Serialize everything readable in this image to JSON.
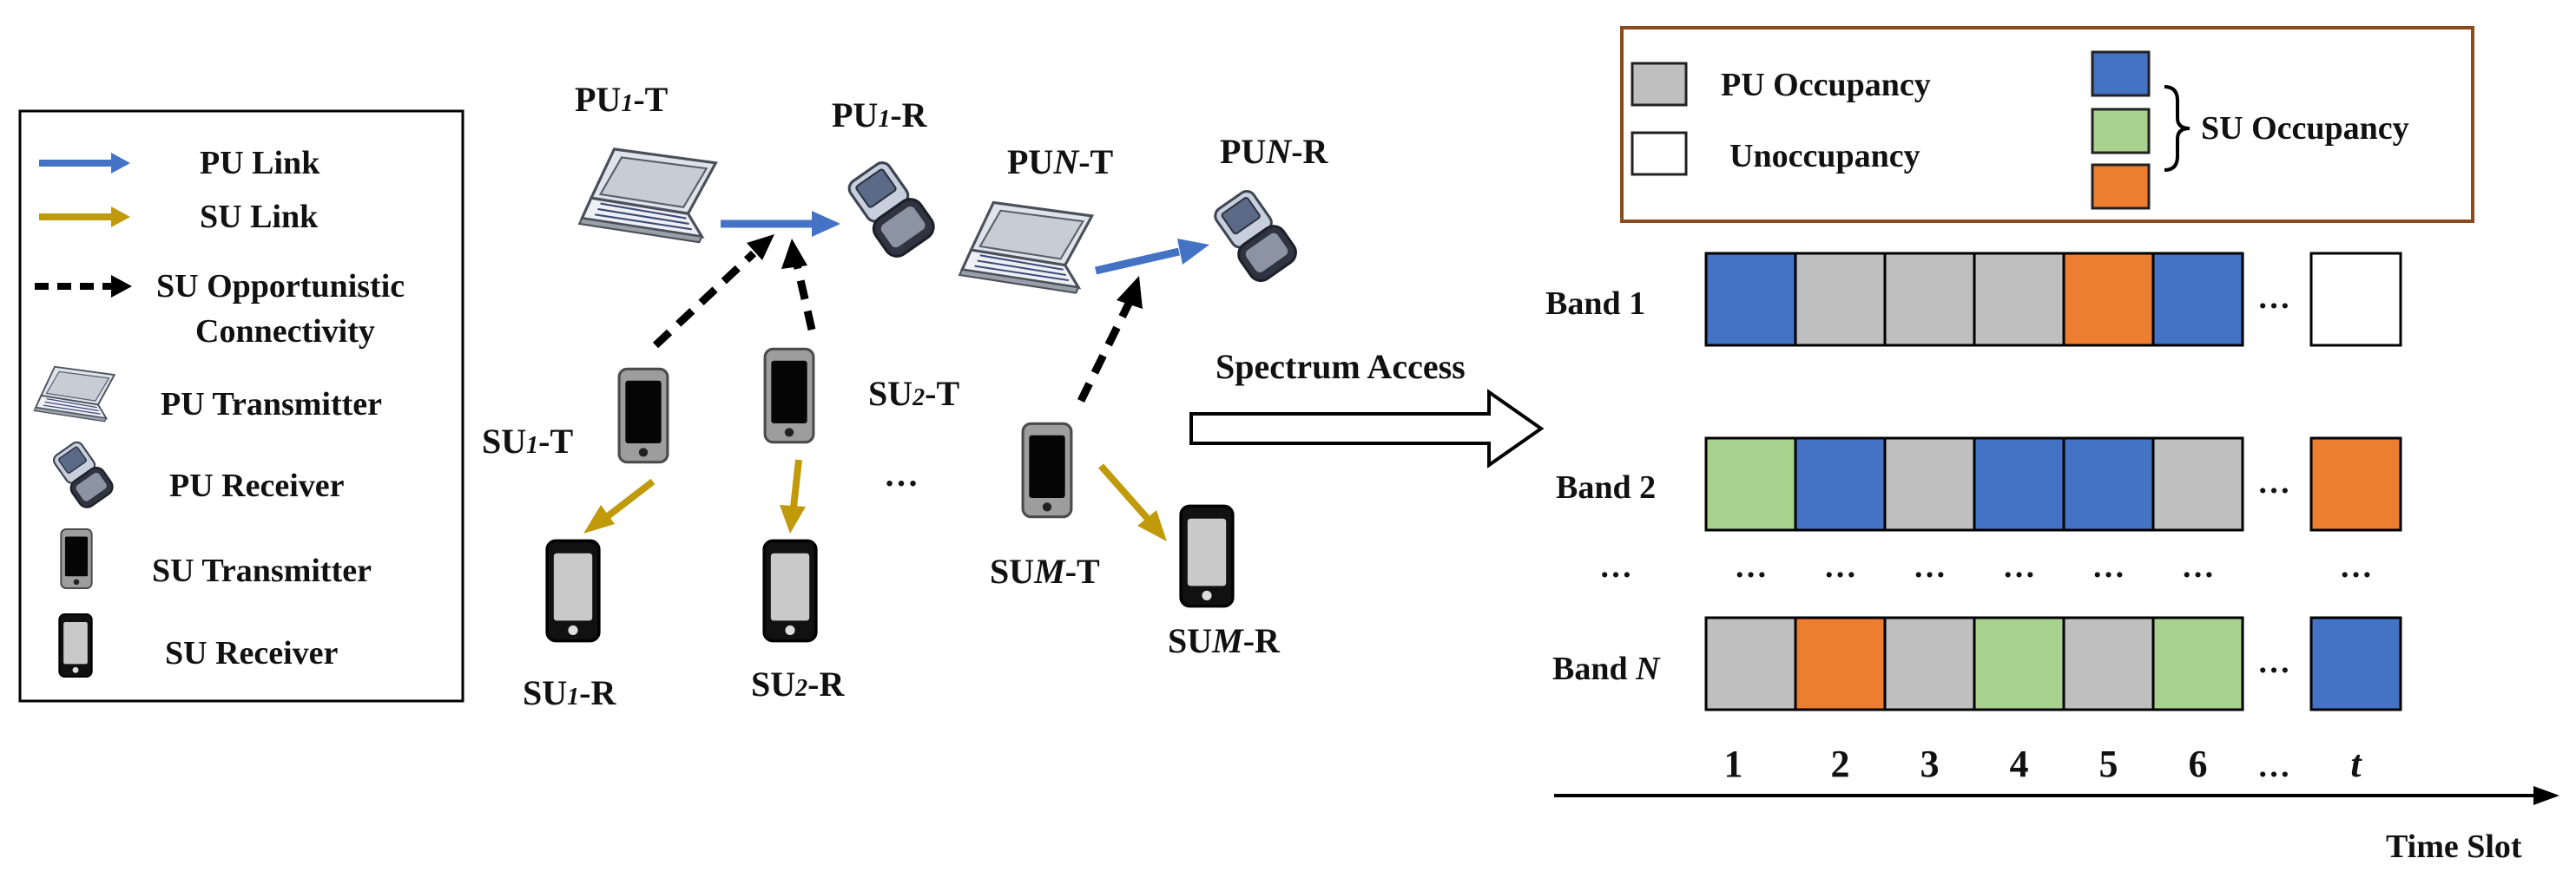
{
  "legend": {
    "pu_link": "PU Link",
    "su_link": "SU Link",
    "su_opp_line1": "SU Opportunistic",
    "su_opp_line2": "Connectivity",
    "pu_tx": "PU Transmitter",
    "pu_rx": "PU Receiver",
    "su_tx": "SU Transmitter",
    "su_rx": "SU Receiver"
  },
  "network": {
    "pu1t_a": "PU",
    "pu1t_b": "1",
    "pu1t_c": "-T",
    "pu1r_a": "PU",
    "pu1r_b": "1",
    "pu1r_c": "-R",
    "punt_a": "PU",
    "punt_b": "N",
    "punt_c": "-T",
    "punr_a": "PU",
    "punr_b": "N",
    "punr_c": "-R",
    "su1t_a": "SU",
    "su1t_b": "1",
    "su1t_c": "-T",
    "su2t_a": "SU",
    "su2t_b": "2",
    "su2t_c": "-T",
    "sumt_a": "SU",
    "sumt_b": "M",
    "sumt_c": "-T",
    "su1r_a": "SU",
    "su1r_b": "1",
    "su1r_c": "-R",
    "su2r_a": "SU",
    "su2r_b": "2",
    "su2r_c": "-R",
    "sumr_a": "SU",
    "sumr_b": "M",
    "sumr_c": "-R",
    "dots": "…"
  },
  "spectrum_access": "Spectrum Access",
  "occupancy_legend": {
    "pu": "PU Occupancy",
    "un": "Unoccupancy",
    "su": "SU Occupancy"
  },
  "bands": {
    "band1": "Band 1",
    "band2": "Band 2",
    "bandN_a": "Band ",
    "bandN_b": "N",
    "row_dots": "…",
    "col_dots": "…",
    "slot_dots": "…",
    "rows": [
      [
        "blue",
        "gray",
        "gray",
        "gray",
        "orange",
        "blue",
        "white"
      ],
      [
        "green",
        "blue",
        "gray",
        "blue",
        "blue",
        "gray",
        "orange"
      ],
      [
        "gray",
        "orange",
        "gray",
        "green",
        "gray",
        "green",
        "blue"
      ]
    ]
  },
  "slots": [
    "1",
    "2",
    "3",
    "4",
    "5",
    "6",
    "t"
  ],
  "axis_label": "Time Slot",
  "colors": {
    "blue": "#4472c4",
    "green": "#a9d18e",
    "orange": "#ed7d31",
    "gray": "#bfbfbf",
    "white": "#ffffff",
    "pu_link": "#4472c4",
    "su_link": "#c09a0a",
    "legend_border": "#8b4a1e"
  }
}
